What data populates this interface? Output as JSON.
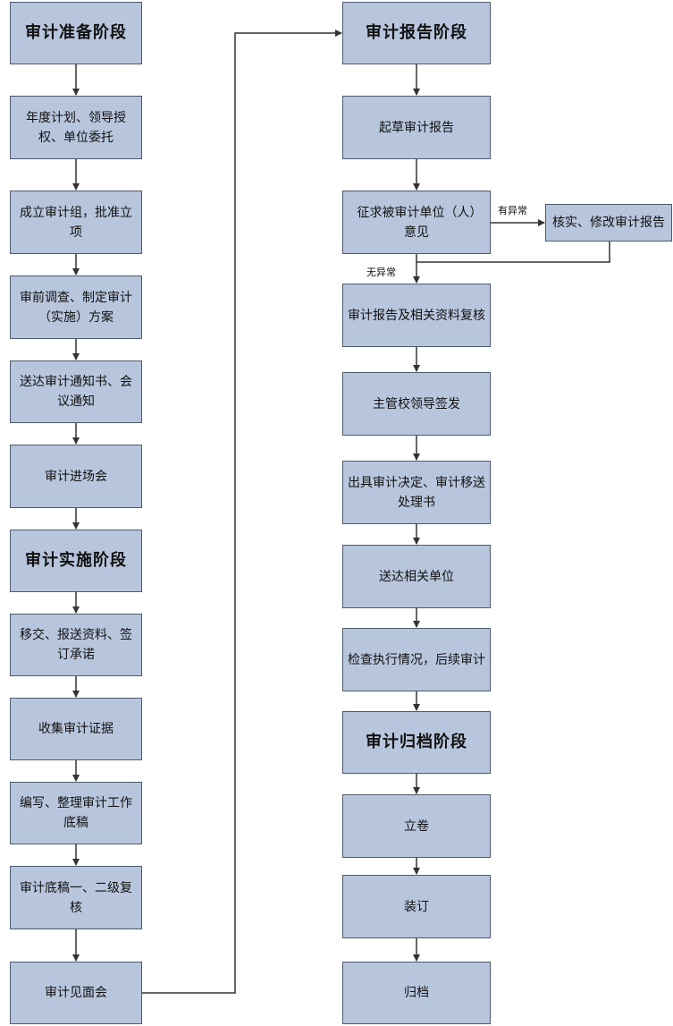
{
  "colors": {
    "box_fill": "#b8c6dd",
    "box_border": "#4d5a6c",
    "connector": "#333333"
  },
  "left_column": {
    "stage_prep": "审计准备阶段",
    "annual_plan": "年度计划、领导授权、单位委托",
    "form_team": "成立审计组，批准立项",
    "pre_survey": "审前调查、制定审计（实施）方案",
    "send_notice": "送达审计通知书、会议通知",
    "entry_meeting": "审计进场会",
    "stage_impl": "审计实施阶段",
    "transfer_materials": "移交、报送资料、签订承诺",
    "collect_evidence": "收集审计证据",
    "compile_drafts": "编写、整理审计工作底稿",
    "review_drafts": "审计底稿一、二级复核",
    "exit_meeting": "审计见面会"
  },
  "right_column": {
    "stage_report": "审计报告阶段",
    "draft_report": "起草审计报告",
    "solicit_opinion": "征求被审计单位（人）意见",
    "verify_revise": "核实、修改审计报告",
    "report_review": "审计报告及相关资料复核",
    "leader_sign": "主管校领导签发",
    "issue_decision": "出具审计决定、审计移送处理书",
    "deliver_units": "送达相关单位",
    "check_execution": "检查执行情况，后续审计",
    "stage_archive": "审计归档阶段",
    "file_volume": "立卷",
    "binding": "装订",
    "archive": "归档"
  },
  "branch_labels": {
    "abnormal": "有异常",
    "normal": "无异常"
  }
}
